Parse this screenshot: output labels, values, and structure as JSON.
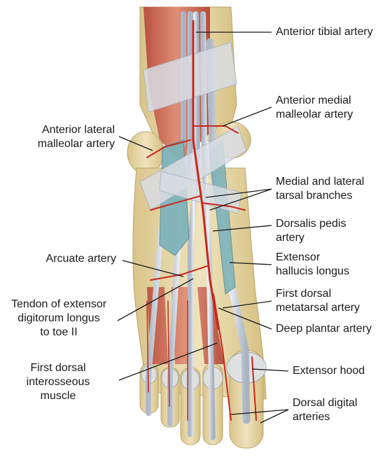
{
  "labels": {
    "anterior_tibial": "Anterior tibial artery",
    "anterior_medial_1": "Anterior medial",
    "anterior_medial_2": "malleolar artery",
    "anterior_lateral_1": "Anterior lateral",
    "anterior_lateral_2": "malleolar artery",
    "tarsal_1": "Medial and lateral",
    "tarsal_2": "tarsal branches",
    "dorsalis_1": "Dorsalis pedis",
    "dorsalis_2": "artery",
    "arcuate": "Arcuate artery",
    "extensor_h_1": "Extensor",
    "extensor_h_2": "hallucis longus",
    "tendon_1": "Tendon of extensor",
    "tendon_2": "digitorum longus",
    "tendon_3": "to toe II",
    "first_met_1": "First dorsal",
    "first_met_2": "metatarsal artery",
    "deep_plantar": "Deep plantar artery",
    "first_int_1": "First dorsal",
    "first_int_2": "interosseous",
    "first_int_3": "muscle",
    "extensor_hood": "Extensor hood",
    "digital_1": "Dorsal digital",
    "digital_2": "arteries"
  },
  "colors": {
    "bone": "#e8d9a8",
    "muscle": "#c85a4a",
    "tendon": "#cfd6e0",
    "retinaculum": "#d9dde4",
    "artery": "#c8281e",
    "sheath": "#7fb3b8"
  }
}
